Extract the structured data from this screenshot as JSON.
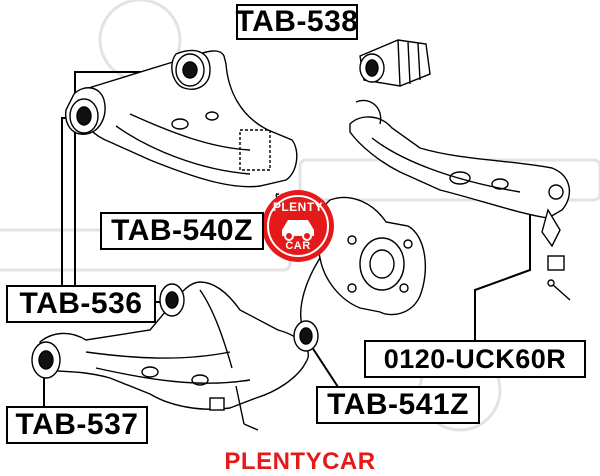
{
  "labels": {
    "tab_538": "TAB-538",
    "tab_540z": "TAB-540Z",
    "tab_536": "TAB-536",
    "tab_537": "TAB-537",
    "tab_541z": "TAB-541Z",
    "uck60r": "0120-UCK60R"
  },
  "logo": {
    "top_text": "PLENTY",
    "bottom_text": "CAR"
  },
  "footer": {
    "brand": "PLENTYCAR"
  },
  "colors": {
    "brand_red": "#e41919",
    "line": "#000000",
    "highlight_part": "#111111",
    "watermark": "#e3e3e3"
  },
  "icons": {
    "logo": "plentycar-car-badge-icon"
  }
}
